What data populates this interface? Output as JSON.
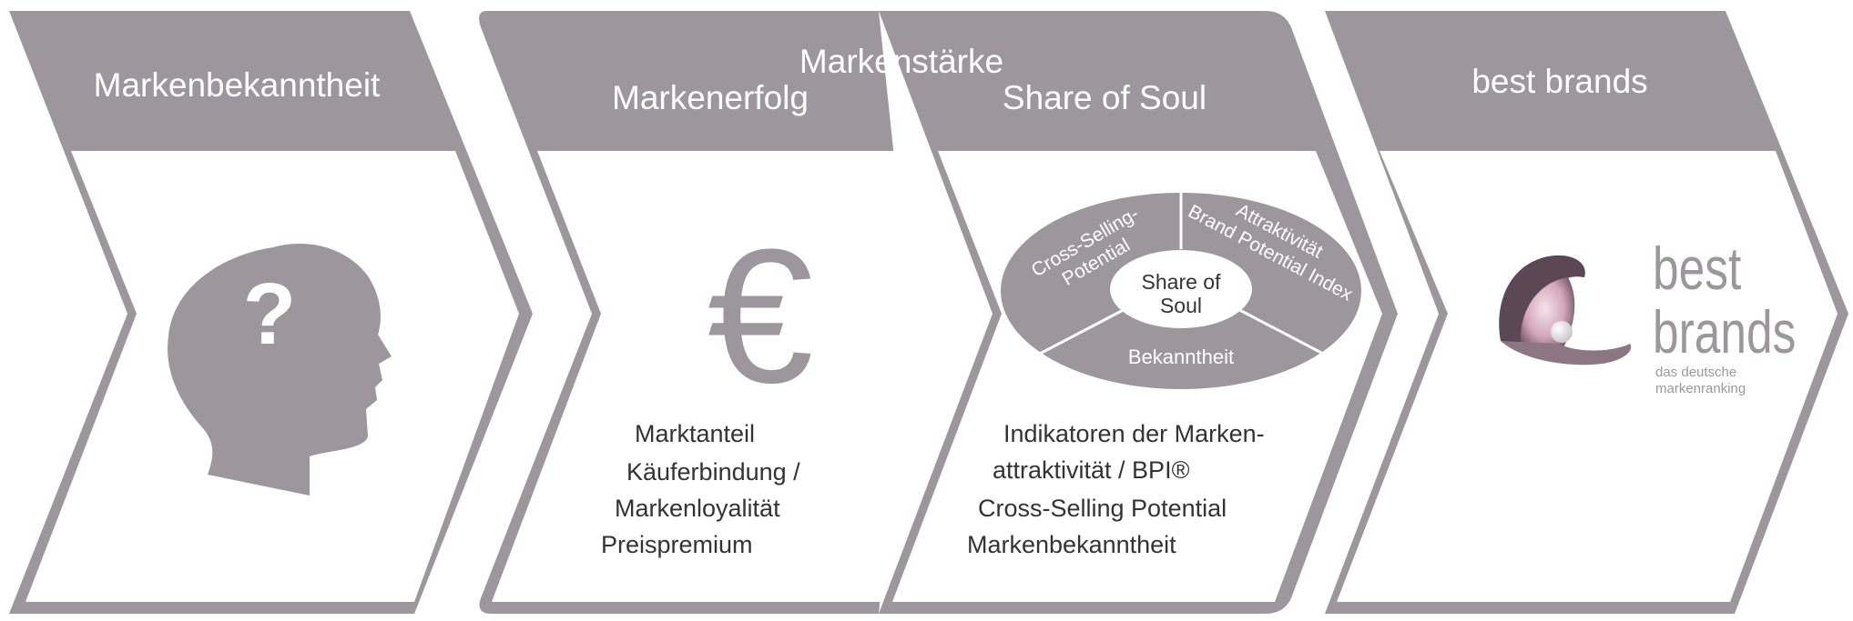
{
  "panels": [
    {
      "header": "Markenbekanntheit"
    },
    {
      "header": "Markenerfolg",
      "items": [
        "Marktanteil",
        "Käuferbindung /",
        "Markenloyalität",
        "Preispremium"
      ]
    },
    {
      "header": "Share of Soul",
      "items": [
        "Indikatoren der Marken-",
        "attraktivität / BPI®",
        "Cross-Selling Potential",
        "Markenbekanntheit"
      ]
    },
    {
      "header": "best brands"
    }
  ],
  "group_header": "Markenstärke",
  "icons": {
    "head": "head-question-icon",
    "head_symbol": "?",
    "currency": "euro-icon",
    "currency_symbol": "€",
    "logo": "oyster-pearl-icon"
  },
  "ellipse": {
    "center_line1": "Share of",
    "center_line2": "Soul",
    "seg_left_line1": "Cross-Selling-",
    "seg_left_line2": "Potential",
    "seg_right_line1": "Attraktivität",
    "seg_right_line2": "Brand Potential Index",
    "seg_bottom": "Bekanntheit"
  },
  "logo": {
    "line1": "best",
    "line2": "brands",
    "sub1": "das deutsche",
    "sub2": "markenranking"
  },
  "colors": {
    "panel": "#9d979d",
    "text": "#333333",
    "white": "#ffffff"
  }
}
